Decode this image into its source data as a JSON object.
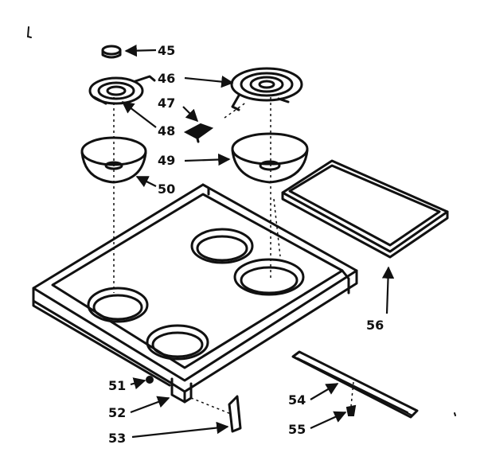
{
  "callouts": {
    "c45": "45",
    "c46": "46",
    "c47": "47",
    "c48": "48",
    "c49": "49",
    "c50": "50",
    "c51": "51",
    "c52": "52",
    "c53": "53",
    "c54": "54",
    "c55": "55",
    "c56": "56"
  }
}
